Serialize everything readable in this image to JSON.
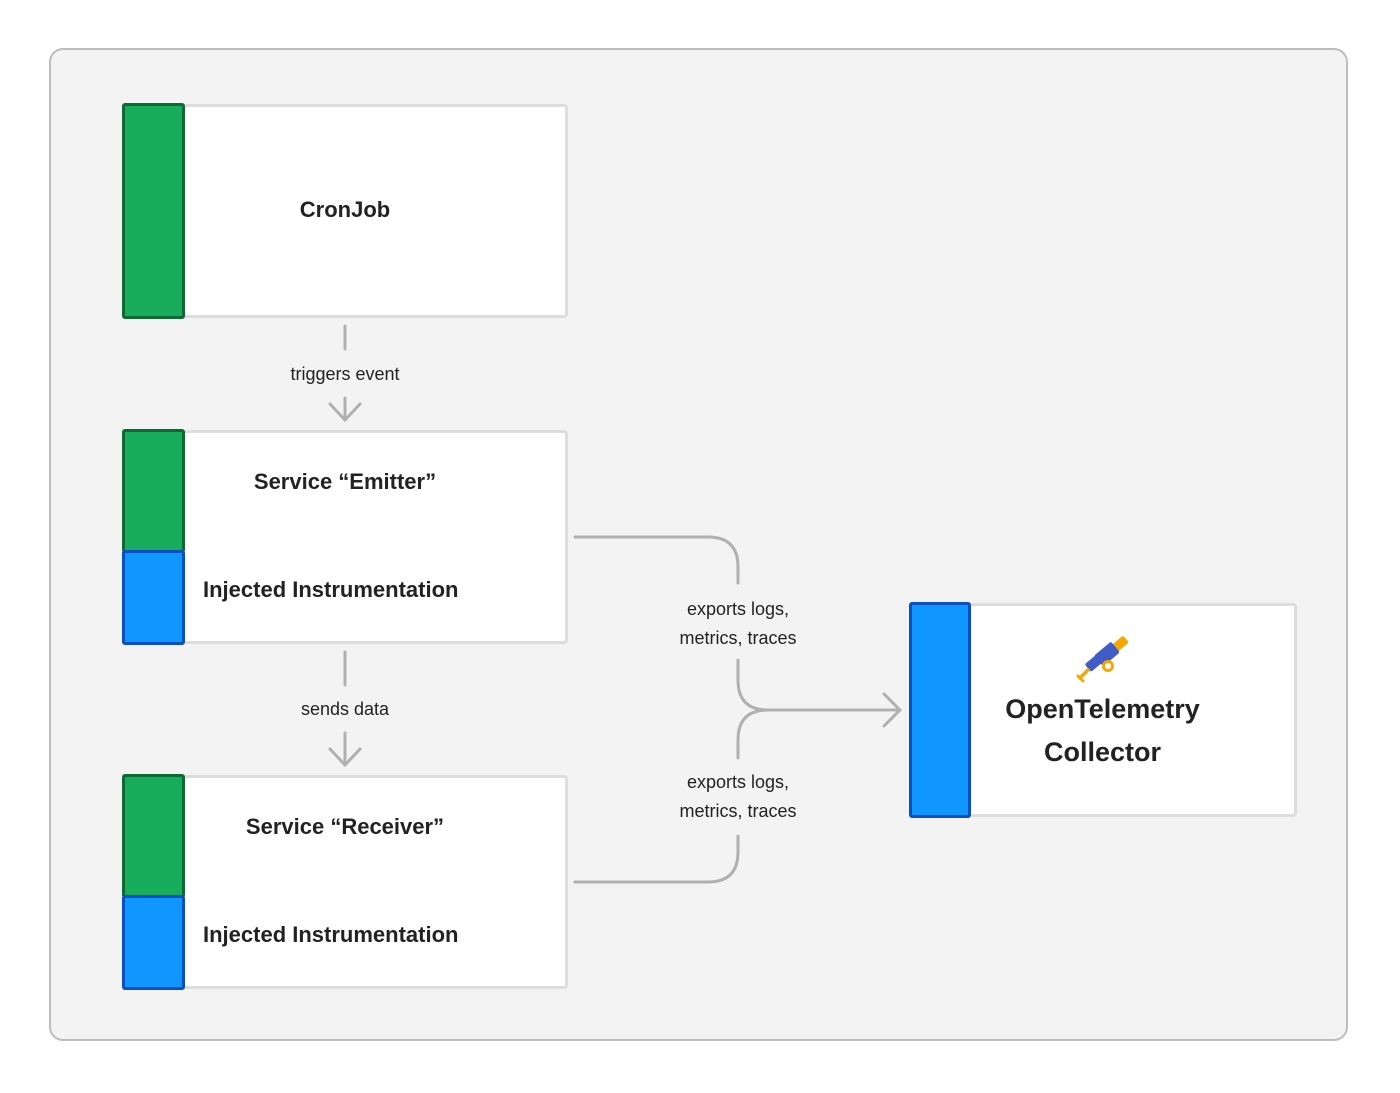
{
  "nodes": {
    "cronjob": {
      "title": "CronJob"
    },
    "emitter": {
      "title": "Service “Emitter”",
      "instrumentation": "Injected Instrumentation"
    },
    "receiver": {
      "title": "Service “Receiver”",
      "instrumentation": "Injected Instrumentation"
    },
    "collector": {
      "title_line1": "OpenTelemetry",
      "title_line2": "Collector",
      "logo_icon": "telescope-icon"
    }
  },
  "edges": {
    "cron_to_emitter": "triggers event",
    "emitter_to_receiver": "sends data",
    "emitter_to_collector": {
      "line1": "exports logs,",
      "line2": "metrics, traces"
    },
    "receiver_to_collector": {
      "line1": "exports logs,",
      "line2": "metrics, traces"
    }
  },
  "colors": {
    "service_bar": "#18ad5c",
    "instrumentation_bar": "#0f97ff",
    "connector": "#b0b0b0",
    "canvas": "#f3f3f3"
  }
}
